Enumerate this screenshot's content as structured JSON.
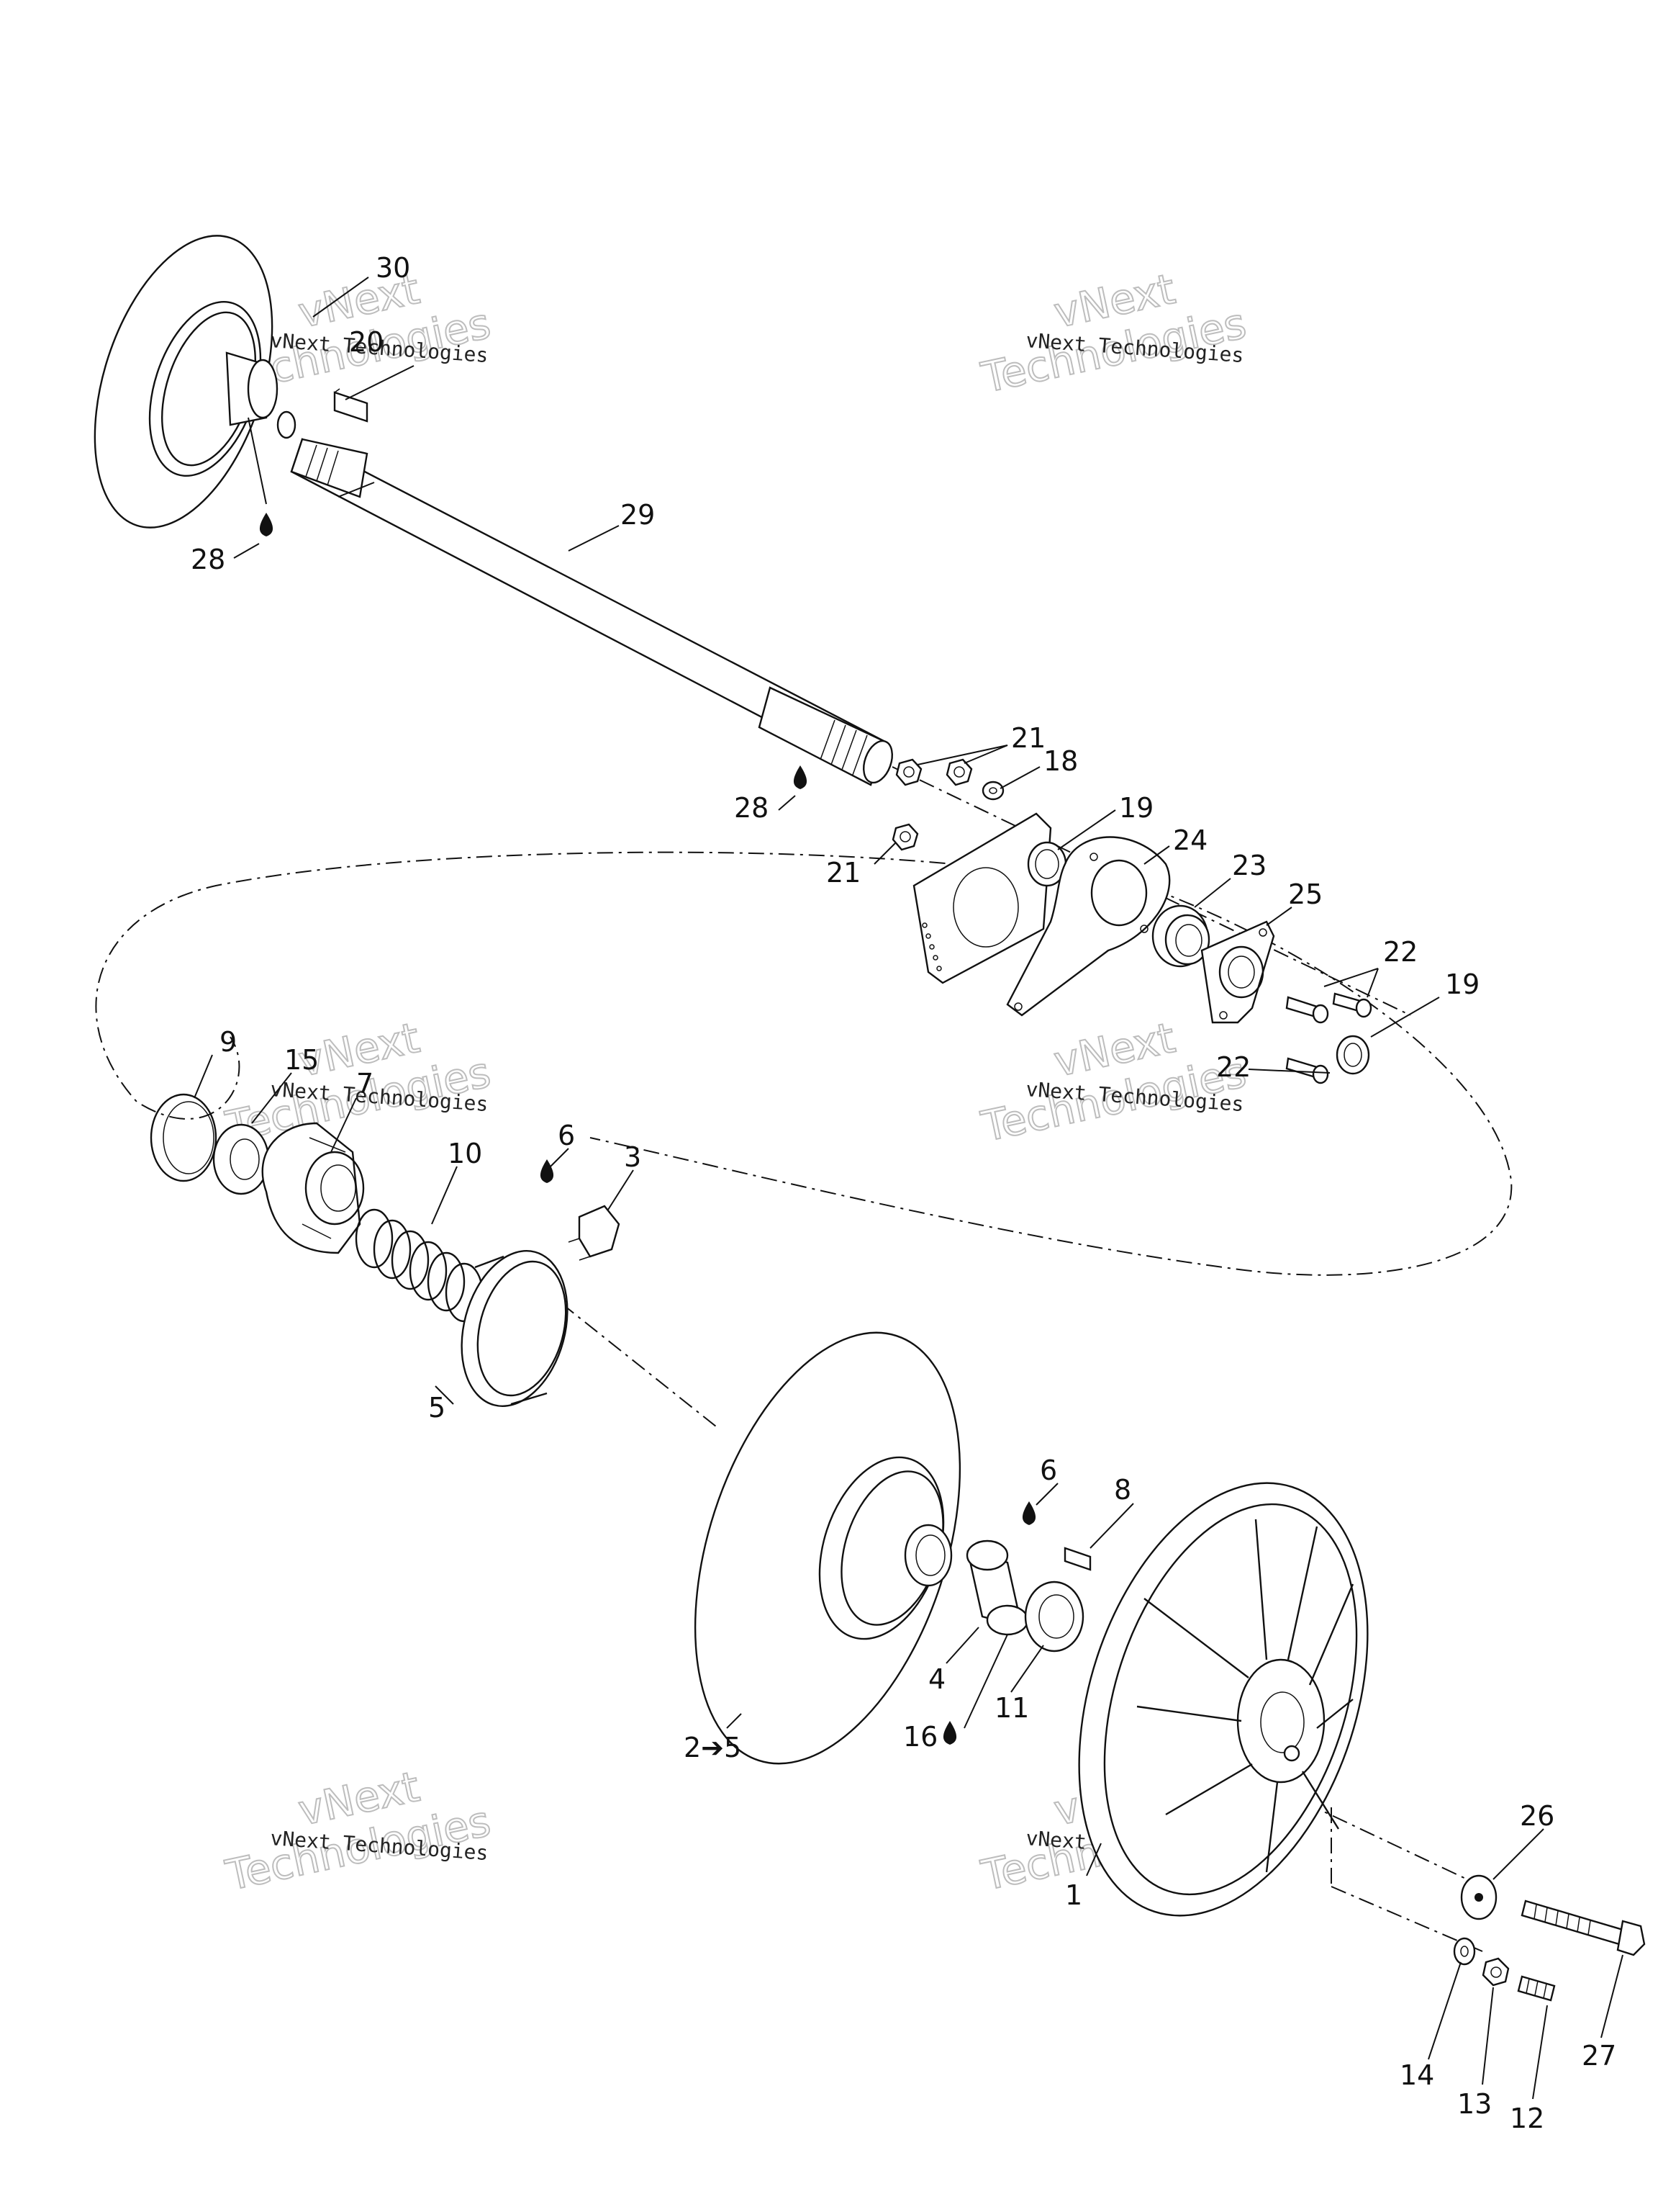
{
  "callouts": {
    "c1": "1",
    "c2_5": "2➔5",
    "c3": "3",
    "c4": "4",
    "c5": "5",
    "c6a": "6",
    "c6b": "6",
    "c7": "7",
    "c8": "8",
    "c9": "9",
    "c10": "10",
    "c11": "11",
    "c12": "12",
    "c13": "13",
    "c14": "14",
    "c15": "15",
    "c16": "16",
    "c18": "18",
    "c19a": "19",
    "c19b": "19",
    "c20": "20",
    "c21a": "21",
    "c21b": "21",
    "c22a": "22",
    "c22b": "22",
    "c23": "23",
    "c24": "24",
    "c25": "25",
    "c26": "26",
    "c27": "27",
    "c28a": "28",
    "c28b": "28",
    "c29": "29",
    "c30": "30"
  },
  "watermark": {
    "line1": "vNext",
    "line2": "Technologies",
    "small": "vNext Technologies"
  }
}
